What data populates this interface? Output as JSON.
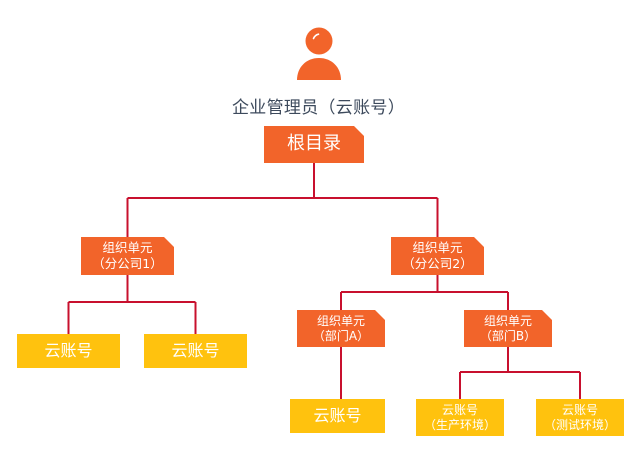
{
  "diagram": {
    "type": "org-chart",
    "title_label": "企业管理员（云账号）",
    "colors": {
      "org_unit": "#f2642a",
      "cloud_account": "#ffc20e",
      "connector": "#c8102e",
      "label_text": "#3d4a5c",
      "node_text": "#ffffff",
      "background": "#ffffff"
    },
    "icon": {
      "name": "person-icon",
      "color": "#f2642a"
    },
    "nodes": {
      "root": {
        "line1": "根目录",
        "line2": "",
        "kind": "org_unit"
      },
      "ou1": {
        "line1": "组织单元",
        "line2": "（分公司1）",
        "kind": "org_unit"
      },
      "ou2": {
        "line1": "组织单元",
        "line2": "（分公司2）",
        "kind": "org_unit"
      },
      "deptA": {
        "line1": "组织单元",
        "line2": "（部门A）",
        "kind": "org_unit"
      },
      "deptB": {
        "line1": "组织单元",
        "line2": "（部门B）",
        "kind": "org_unit"
      },
      "acct1": {
        "line1": "云账号",
        "line2": "",
        "kind": "cloud_account"
      },
      "acct2": {
        "line1": "云账号",
        "line2": "",
        "kind": "cloud_account"
      },
      "acct3": {
        "line1": "云账号",
        "line2": "",
        "kind": "cloud_account"
      },
      "acct4": {
        "line1": "云账号",
        "line2": "（生产环境）",
        "kind": "cloud_account"
      },
      "acct5": {
        "line1": "云账号",
        "line2": "（测试环境）",
        "kind": "cloud_account"
      }
    },
    "edges": [
      {
        "from": "root",
        "to": "ou1"
      },
      {
        "from": "root",
        "to": "ou2"
      },
      {
        "from": "ou1",
        "to": "acct1"
      },
      {
        "from": "ou1",
        "to": "acct2"
      },
      {
        "from": "ou2",
        "to": "deptA"
      },
      {
        "from": "ou2",
        "to": "deptB"
      },
      {
        "from": "deptA",
        "to": "acct3"
      },
      {
        "from": "deptB",
        "to": "acct4"
      },
      {
        "from": "deptB",
        "to": "acct5"
      }
    ]
  }
}
